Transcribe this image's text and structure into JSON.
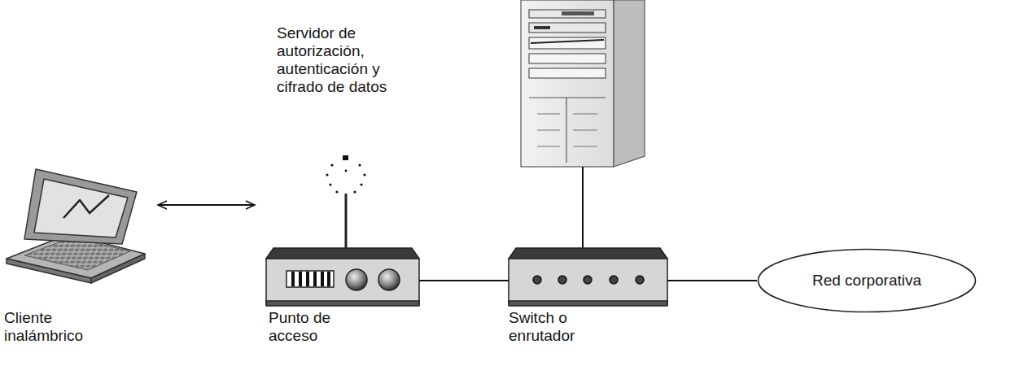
{
  "diagram": {
    "nodes": [
      {
        "text": [
          "Servidor de autorización, autenticación y cifrado de datos"
        ]
      },
      {
        "text": [
          "Cliente inalámbrico"
        ]
      },
      {
        "text": [
          "Punto de acceso"
        ]
      },
      {
        "text": [
          "Switch o enrutador"
        ]
      },
      {
        "text": [
          "Red corporativa"
        ]
      }
    ],
    "edges": [
      {
        "from": 1,
        "to": 2,
        "arrow": "both"
      },
      {
        "from": 2,
        "to": 3,
        "arrow": "none"
      },
      {
        "from": 3,
        "to": 0,
        "arrow": "none"
      },
      {
        "from": 3,
        "to": 4,
        "arrow": "none"
      }
    ]
  }
}
